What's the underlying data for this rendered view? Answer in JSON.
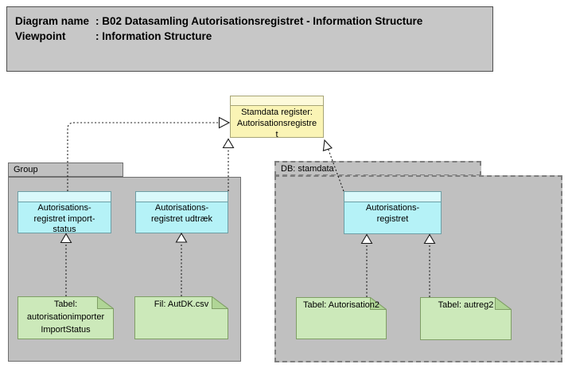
{
  "header": {
    "rows": [
      {
        "label": "Diagram name",
        "value": ": B02 Datasamling Autorisationsregistret - Information Structure"
      },
      {
        "label": "Viewpoint",
        "value": ": Information Structure"
      }
    ]
  },
  "folders": {
    "group": {
      "label": "Group"
    },
    "db": {
      "label": "DB: stamdata"
    }
  },
  "objects": {
    "stamdata_register": {
      "label": "Stamdata register:\nAutorisationsregistre\nt"
    },
    "import_status": {
      "label": "Autorisations-\nregistret import-\nstatus"
    },
    "udtraek": {
      "label": "Autorisations-\nregistret udtræk"
    },
    "autorisationsregistret": {
      "label": "Autorisations-\nregistret"
    }
  },
  "notes": {
    "import_status_table": {
      "label": "Tabel:\nautorisationimporter\nImportStatus"
    },
    "autdk_file": {
      "label": "Fil: AutDK.csv"
    },
    "autorisation2_table": {
      "label": "Tabel: Autorisation2"
    },
    "autreg2_table": {
      "label": "Tabel: autreg2"
    }
  },
  "colors": {
    "object_cyan": "#b5f2f7",
    "object_cyan_header": "#d9f9fb",
    "object_cyan_border": "#6d9ea5",
    "business_yellow": "#faf4b5",
    "business_yellow_header": "#fdfadb",
    "business_yellow_border": "#a6a477",
    "note_green": "#cce9ba",
    "note_green_fold": "#b0d596",
    "note_green_border": "#7f9e65",
    "folder_gray": "#c0c0c0",
    "title_gray": "#c7c7c7",
    "connector": "#1a1a1a"
  }
}
